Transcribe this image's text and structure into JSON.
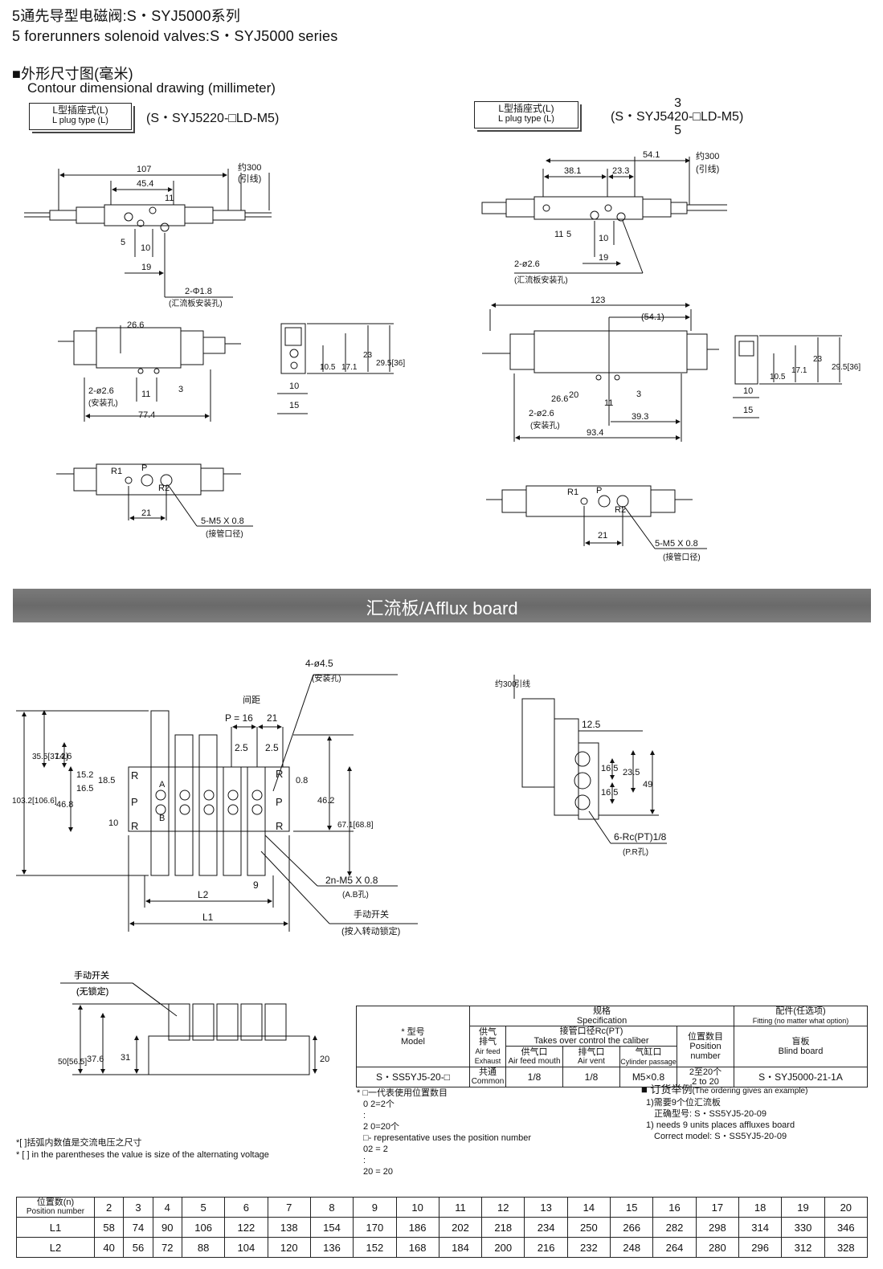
{
  "header": {
    "title_cn": "5通先导型电磁阀:S・SYJ5000系列",
    "title_en": "5 forerunners solenoid valves:S・SYJ5000 series",
    "section_cn": "■外形尺寸图(毫米)",
    "section_en": "Contour dimensional drawing (millimeter)"
  },
  "left_drawing": {
    "plug_cn": "L型插座式(L)",
    "plug_en": "L plug type (L)",
    "model": "(S・SYJ5220-□LD-M5)",
    "dims": {
      "d107": "107",
      "d45_4": "45.4",
      "d11": "11",
      "d5": "5",
      "d10": "10",
      "d19": "19",
      "wire": "约300",
      "wire2": "(引线)",
      "hole": "2-Φ1.8",
      "hole2": "(汇流板安装孔)",
      "d26_6": "26.6",
      "hole3": "2-ø2.6",
      "hole3b": "(安装孔)",
      "d11b": "11",
      "d3": "3",
      "d77_4": "77.4",
      "d10_5": "10.5",
      "d17_1": "17.1",
      "d23": "23",
      "d29_5": "29.5[36]",
      "d10b": "10",
      "d15": "15",
      "r1": "R1",
      "p": "P",
      "r2": "R2",
      "d21": "21",
      "port": "5-M5 X 0.8",
      "port2": "(接管口径)"
    }
  },
  "right_drawing": {
    "plug_cn": "L型插座式(L)",
    "plug_en": "L plug type (L)",
    "model_a": "(S・SYJ54",
    "model_sup": "3",
    "model_mid": "20-□LD-M5)",
    "model_sub": "5",
    "dims": {
      "d54_1": "54.1",
      "wire": "约300",
      "wire2": "(引线)",
      "d38_1": "38.1",
      "d23_3": "23.3",
      "d11": "11",
      "d5": "5",
      "d10": "10",
      "d19": "19",
      "hole": "2-ø2.6",
      "hole2": "(汇流板安装孔)",
      "d123": "123",
      "d54_1b": "(54.1)",
      "d26_6": "26.6",
      "d20": "20",
      "d11b": "11",
      "d3": "3",
      "hole3": "2-ø2.6",
      "hole3b": "(安装孔)",
      "d39_3": "39.3",
      "d93_4": "93.4",
      "d10_5": "10.5",
      "d17_1": "17.1",
      "d23": "23",
      "d29_5": "29.5[36]",
      "d10b": "10",
      "d15": "15",
      "r1": "R1",
      "p": "P",
      "r2": "R2",
      "d21": "21",
      "port": "5-M5 X 0.8",
      "port2": "(接管口径)"
    }
  },
  "banner": "汇流板/Afflux board",
  "manifold": {
    "holes": "4-ø4.5",
    "holes2": "(安装孔)",
    "pitch_cn": "间距",
    "pitch": "P = 16",
    "d21": "21",
    "d2_5a": "2.5",
    "d2_5b": "2.5",
    "d35_5": "35.5[37.2]",
    "d14_6": "14.6",
    "d103_2": "103.2[106.6]",
    "d46_8": "46.8",
    "d16_5": "16.5",
    "d15_2": "15.2",
    "d18_5": "18.5",
    "d10": "10",
    "d0_8": "0.8",
    "d46_2": "46.2",
    "d67_1": "67.1[68.8]",
    "d9": "9",
    "l2": "L2",
    "l1": "L1",
    "port": "2n-M5 X 0.8",
    "port2": "(A.B孔)",
    "manual": "手动开关",
    "manual2": "(按入转动锁定)",
    "letters_r": "R",
    "letters_p": "P",
    "letters_a": "A",
    "letters_b": "B"
  },
  "side_view": {
    "wire": "约300",
    "wire2": "引线",
    "d12_5": "12.5",
    "d16_5a": "16.5",
    "d16_5b": "16.5",
    "d23_5": "23.5",
    "d49": "49",
    "port": "6-Rc(PT)1/8",
    "port2": "(P.R孔)"
  },
  "front_view": {
    "manual": "手动开关",
    "manual2": "(无锁定)",
    "d50": "50[56.5]",
    "d37_6": "37.6",
    "d31": "31",
    "d20": "20"
  },
  "spec_table": {
    "spec_cn": "规格",
    "spec_en": "Specification",
    "acc_cn": "配件(任选项)",
    "acc_en": "Fitting (no matter what option)",
    "model_cn": "* 型号",
    "model_en": "Model",
    "exh_cn1": "供气",
    "exh_cn2": "排气",
    "exh_en1": "Air feed",
    "exh_en2": "Exhaust",
    "port_cn": "接管口径Rc(PT)",
    "port_en": "Takes over control the caliber",
    "mouth_cn": "供气口",
    "mouth_en": "Air feed mouth",
    "vent_cn": "排气口",
    "vent_en": "Air vent",
    "cyl_cn": "气缸口",
    "cyl_en": "Cylinder passage",
    "pos_cn": "位置数目",
    "pos_en1": "Position",
    "pos_en2": "number",
    "blind_cn": "盲板",
    "blind_en": "Blind board",
    "row_model": "S・SS5YJ5-20-□",
    "row_common_cn": "共通",
    "row_common_en": "Common",
    "row_mouth": "1/8",
    "row_vent": "1/8",
    "row_cyl": "M5×0.8",
    "row_pos1": "2至20个",
    "row_pos2": "2 to 20",
    "row_blind": "S・SYJ5000-21-1A"
  },
  "notes": {
    "left_cn": "*[ ]括弧内数值是交流电压之尺寸",
    "left_en": "* [ ] in the parentheses the value is size of the alternating voltage",
    "mid_1": "* □一代表使用位置数目",
    "mid_2": "0 2=2个",
    "mid_3": ":",
    "mid_4": "2 0=20个",
    "mid_5": "□- representative uses the position number",
    "mid_6": "02 = 2",
    "mid_7": ":",
    "mid_8": "20 = 20",
    "order_title_cn": "■ 订货举例",
    "order_title_en": "(The ordering gives an example)",
    "order_1": "1)需要9个位汇流板",
    "order_2": "正确型号: S・SS5YJ5-20-09",
    "order_3": "1) needs 9 units places affluxes board",
    "order_4": "Correct model: S・SS5YJ5-20-09"
  },
  "position_table": {
    "head_cn": "位置数(n)",
    "head_en": "Position number",
    "columns": [
      "2",
      "3",
      "4",
      "5",
      "6",
      "7",
      "8",
      "9",
      "10",
      "11",
      "12",
      "13",
      "14",
      "15",
      "16",
      "17",
      "18",
      "19",
      "20"
    ],
    "rows": [
      {
        "label": "L1",
        "values": [
          "58",
          "74",
          "90",
          "106",
          "122",
          "138",
          "154",
          "170",
          "186",
          "202",
          "218",
          "234",
          "250",
          "266",
          "282",
          "298",
          "314",
          "330",
          "346"
        ]
      },
      {
        "label": "L2",
        "values": [
          "40",
          "56",
          "72",
          "88",
          "104",
          "120",
          "136",
          "152",
          "168",
          "184",
          "200",
          "216",
          "232",
          "248",
          "264",
          "280",
          "296",
          "312",
          "328"
        ]
      }
    ]
  }
}
